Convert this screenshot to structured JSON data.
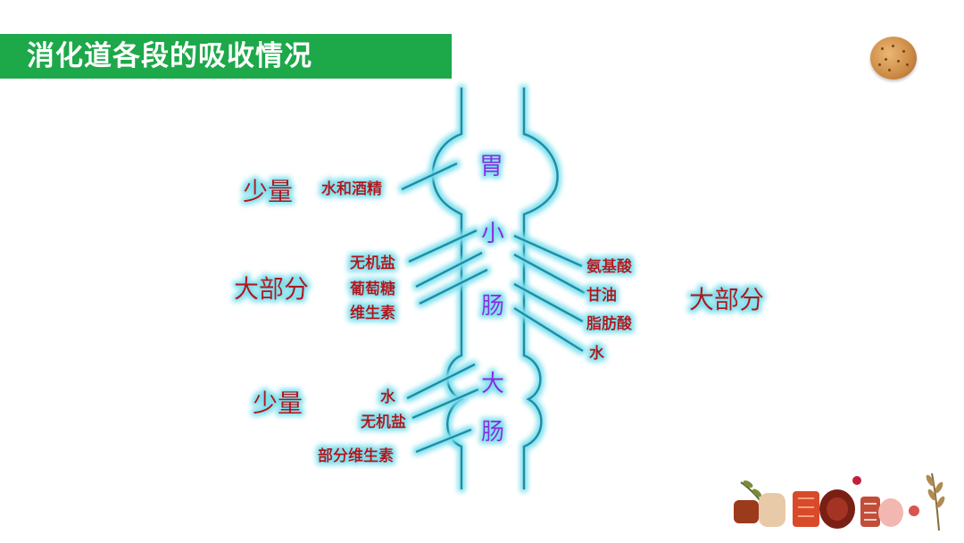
{
  "slide": {
    "title": "消化道各段的吸收情况"
  },
  "diagram": {
    "organs": {
      "stomach": "胃",
      "small_intestine_1": "小",
      "small_intestine_2": "肠",
      "large_intestine_1": "大",
      "large_intestine_2": "肠"
    },
    "stomach_section": {
      "amount": "少量",
      "items": [
        "水和酒精"
      ]
    },
    "small_intestine_left": {
      "amount": "大部分",
      "items": [
        "无机盐",
        "葡萄糖",
        "维生素"
      ]
    },
    "small_intestine_right": {
      "amount": "大部分",
      "items": [
        "氨基酸",
        "甘油",
        "脂肪酸",
        "水"
      ]
    },
    "large_intestine_section": {
      "amount": "少量",
      "items": [
        "水",
        "无机盐",
        "部分维生素"
      ]
    }
  },
  "colors": {
    "title_bar": "#1da84a",
    "organ_text": "#8a2be2",
    "label_text": "#b0141c",
    "outline": "#1f8ea6",
    "glow": "#7fe0ee"
  }
}
